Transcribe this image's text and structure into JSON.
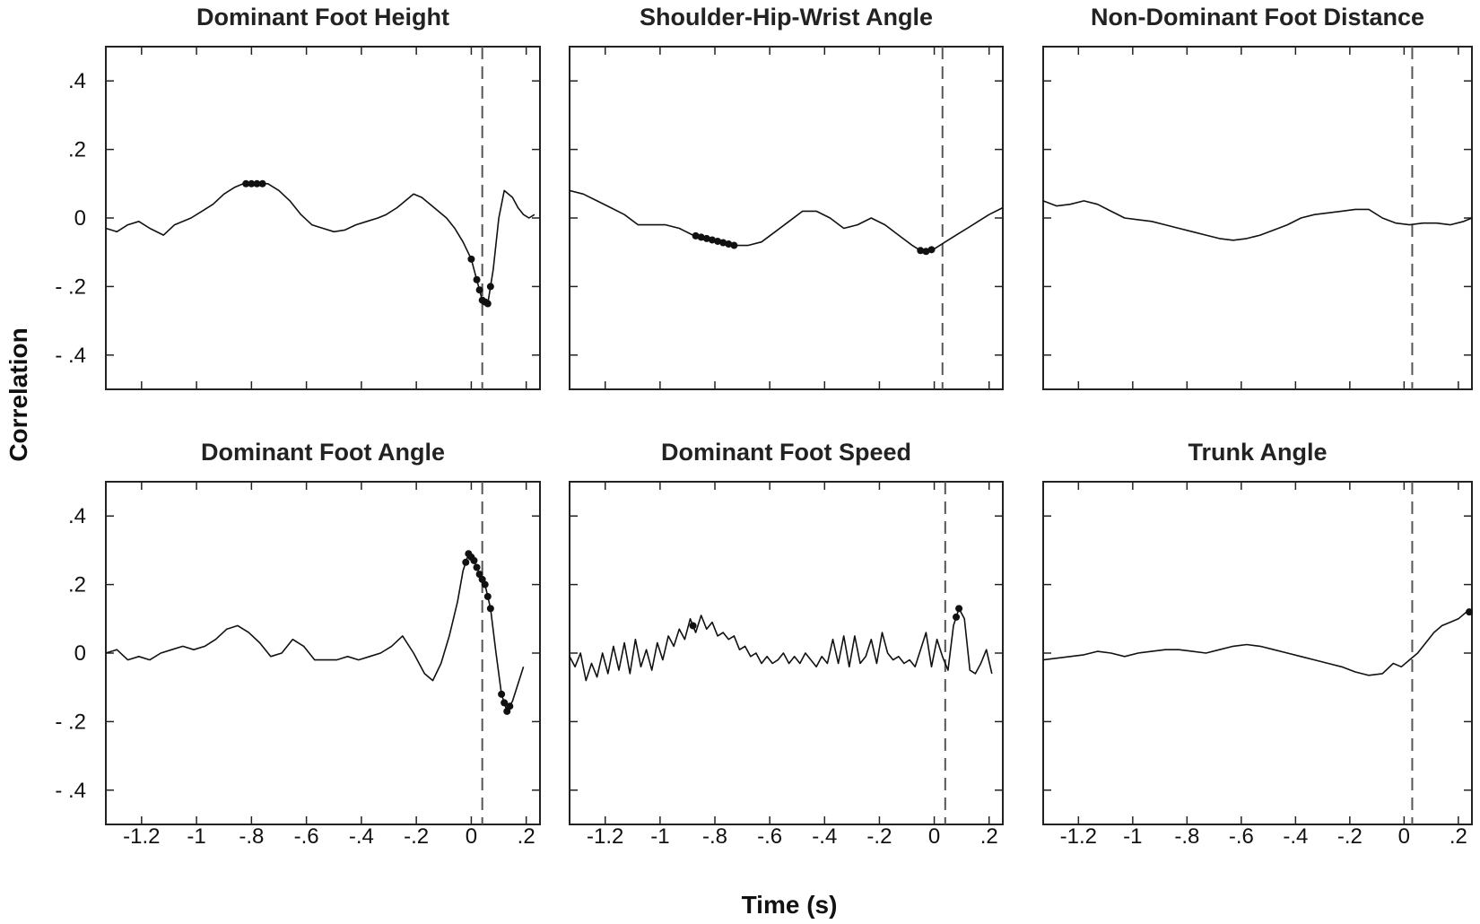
{
  "ylabel": "Correlation",
  "xlabel": "Time (s)",
  "chart_data": [
    {
      "type": "line",
      "title": "Dominant Foot Height",
      "xlim": [
        -1.33,
        0.25
      ],
      "ylim": [
        -0.5,
        0.5
      ],
      "xticks": [
        -1.2,
        -1,
        -0.8,
        -0.6,
        -0.4,
        -0.2,
        0,
        0.2
      ],
      "xtick_labels": [
        "-1.2",
        "-1",
        "-.8",
        "-.6",
        "-.4",
        "-.2",
        "0",
        ".2"
      ],
      "yticks": [
        0.4,
        0.2,
        0,
        -0.2,
        -0.4
      ],
      "ytick_labels": [
        ".4",
        ".2",
        "0",
        "- .2",
        "- .4"
      ],
      "event_x": 0.04,
      "x": [
        -1.33,
        -1.29,
        -1.25,
        -1.21,
        -1.17,
        -1.12,
        -1.08,
        -1.02,
        -0.98,
        -0.94,
        -0.9,
        -0.86,
        -0.83,
        -0.8,
        -0.77,
        -0.74,
        -0.7,
        -0.66,
        -0.62,
        -0.58,
        -0.54,
        -0.5,
        -0.46,
        -0.42,
        -0.38,
        -0.34,
        -0.31,
        -0.27,
        -0.24,
        -0.21,
        -0.18,
        -0.15,
        -0.12,
        -0.09,
        -0.06,
        -0.03,
        0.0,
        0.02,
        0.04,
        0.06,
        0.08,
        0.1,
        0.12,
        0.15,
        0.17,
        0.19,
        0.21,
        0.23
      ],
      "y": [
        -0.03,
        -0.04,
        -0.02,
        -0.01,
        -0.03,
        -0.05,
        -0.02,
        0.0,
        0.02,
        0.04,
        0.07,
        0.09,
        0.1,
        0.1,
        0.1,
        0.1,
        0.08,
        0.05,
        0.01,
        -0.02,
        -0.03,
        -0.04,
        -0.035,
        -0.02,
        -0.01,
        0.0,
        0.01,
        0.03,
        0.05,
        0.07,
        0.06,
        0.04,
        0.02,
        0.0,
        -0.03,
        -0.07,
        -0.12,
        -0.18,
        -0.24,
        -0.25,
        -0.15,
        0.0,
        0.08,
        0.06,
        0.03,
        0.01,
        0.0,
        0.01
      ],
      "significant_x": [
        -0.82,
        -0.8,
        -0.78,
        -0.76,
        0.0,
        0.02,
        0.03,
        0.04,
        0.05,
        0.06,
        0.07
      ]
    },
    {
      "type": "line",
      "title": "Shoulder-Hip-Wrist Angle",
      "xlim": [
        -1.33,
        0.25
      ],
      "ylim": [
        -0.5,
        0.5
      ],
      "xticks": [
        -1.2,
        -1,
        -0.8,
        -0.6,
        -0.4,
        -0.2,
        0,
        0.2
      ],
      "xtick_labels": [
        "-1.2",
        "-1",
        "-.8",
        "-.6",
        "-.4",
        "-.2",
        "0",
        ".2"
      ],
      "yticks": [
        0.4,
        0.2,
        0,
        -0.2,
        -0.4
      ],
      "ytick_labels": [
        ".4",
        ".2",
        "0",
        "- .2",
        "- .4"
      ],
      "event_x": 0.03,
      "x": [
        -1.33,
        -1.28,
        -1.23,
        -1.18,
        -1.13,
        -1.08,
        -1.03,
        -0.98,
        -0.93,
        -0.88,
        -0.83,
        -0.78,
        -0.73,
        -0.68,
        -0.63,
        -0.58,
        -0.53,
        -0.48,
        -0.43,
        -0.38,
        -0.33,
        -0.28,
        -0.23,
        -0.18,
        -0.13,
        -0.08,
        -0.04,
        0.0,
        0.04,
        0.08,
        0.12,
        0.16,
        0.2,
        0.25
      ],
      "y": [
        0.08,
        0.07,
        0.05,
        0.03,
        0.01,
        -0.02,
        -0.02,
        -0.02,
        -0.03,
        -0.05,
        -0.06,
        -0.07,
        -0.08,
        -0.08,
        -0.07,
        -0.04,
        -0.01,
        0.02,
        0.02,
        0.0,
        -0.03,
        -0.02,
        0.0,
        -0.02,
        -0.05,
        -0.08,
        -0.1,
        -0.09,
        -0.07,
        -0.05,
        -0.03,
        -0.01,
        0.01,
        0.03
      ],
      "significant_x": [
        -0.87,
        -0.85,
        -0.83,
        -0.81,
        -0.79,
        -0.77,
        -0.75,
        -0.73,
        -0.05,
        -0.03,
        -0.01
      ]
    },
    {
      "type": "line",
      "title": "Non-Dominant Foot Distance",
      "xlim": [
        -1.33,
        0.25
      ],
      "ylim": [
        -0.5,
        0.5
      ],
      "xticks": [
        -1.2,
        -1,
        -0.8,
        -0.6,
        -0.4,
        -0.2,
        0,
        0.2
      ],
      "xtick_labels": [
        "-1.2",
        "-1",
        "-.8",
        "-.6",
        "-.4",
        "-.2",
        "0",
        ".2"
      ],
      "yticks": [
        0.4,
        0.2,
        0,
        -0.2,
        -0.4
      ],
      "ytick_labels": [
        ".4",
        ".2",
        "0",
        "- .2",
        "- .4"
      ],
      "event_x": 0.03,
      "x": [
        -1.33,
        -1.28,
        -1.23,
        -1.18,
        -1.13,
        -1.08,
        -1.03,
        -0.98,
        -0.93,
        -0.88,
        -0.83,
        -0.78,
        -0.73,
        -0.68,
        -0.63,
        -0.58,
        -0.53,
        -0.48,
        -0.43,
        -0.38,
        -0.33,
        -0.28,
        -0.23,
        -0.18,
        -0.13,
        -0.08,
        -0.03,
        0.02,
        0.07,
        0.12,
        0.17,
        0.22,
        0.25
      ],
      "y": [
        0.05,
        0.035,
        0.04,
        0.05,
        0.04,
        0.02,
        0.0,
        -0.005,
        -0.01,
        -0.02,
        -0.03,
        -0.04,
        -0.05,
        -0.06,
        -0.065,
        -0.06,
        -0.05,
        -0.035,
        -0.02,
        0.0,
        0.01,
        0.015,
        0.02,
        0.025,
        0.025,
        0.0,
        -0.015,
        -0.02,
        -0.015,
        -0.015,
        -0.02,
        -0.01,
        0.0
      ],
      "significant_x": []
    },
    {
      "type": "line",
      "title": "Dominant Foot Angle",
      "xlim": [
        -1.33,
        0.25
      ],
      "ylim": [
        -0.5,
        0.5
      ],
      "xticks": [
        -1.2,
        -1,
        -0.8,
        -0.6,
        -0.4,
        -0.2,
        0,
        0.2
      ],
      "xtick_labels": [
        "-1.2",
        "-1",
        "-.8",
        "-.6",
        "-.4",
        "-.2",
        "0",
        ".2"
      ],
      "yticks": [
        0.4,
        0.2,
        0,
        -0.2,
        -0.4
      ],
      "ytick_labels": [
        ".4",
        ".2",
        "0",
        "- .2",
        "- .4"
      ],
      "event_x": 0.04,
      "x": [
        -1.33,
        -1.29,
        -1.25,
        -1.21,
        -1.17,
        -1.13,
        -1.09,
        -1.05,
        -1.01,
        -0.97,
        -0.93,
        -0.89,
        -0.85,
        -0.81,
        -0.77,
        -0.73,
        -0.69,
        -0.65,
        -0.61,
        -0.57,
        -0.53,
        -0.49,
        -0.45,
        -0.41,
        -0.37,
        -0.33,
        -0.29,
        -0.25,
        -0.21,
        -0.17,
        -0.14,
        -0.11,
        -0.08,
        -0.05,
        -0.03,
        -0.01,
        0.01,
        0.03,
        0.05,
        0.07,
        0.09,
        0.11,
        0.13,
        0.15,
        0.17,
        0.19
      ],
      "y": [
        0.0,
        0.01,
        -0.02,
        -0.01,
        -0.02,
        0.0,
        0.01,
        0.02,
        0.01,
        0.02,
        0.04,
        0.07,
        0.08,
        0.06,
        0.03,
        -0.01,
        0.0,
        0.04,
        0.02,
        -0.02,
        -0.02,
        -0.02,
        -0.01,
        -0.02,
        -0.01,
        0.0,
        0.02,
        0.05,
        0.0,
        -0.06,
        -0.08,
        -0.03,
        0.05,
        0.15,
        0.24,
        0.29,
        0.27,
        0.23,
        0.2,
        0.13,
        0.0,
        -0.12,
        -0.17,
        -0.14,
        -0.09,
        -0.04
      ],
      "significant_x": [
        -0.02,
        -0.01,
        0.0,
        0.01,
        0.02,
        0.03,
        0.04,
        0.05,
        0.06,
        0.07,
        0.11,
        0.12,
        0.13,
        0.14
      ]
    },
    {
      "type": "line",
      "title": "Dominant Foot Speed",
      "xlim": [
        -1.33,
        0.25
      ],
      "ylim": [
        -0.5,
        0.5
      ],
      "xticks": [
        -1.2,
        -1,
        -0.8,
        -0.6,
        -0.4,
        -0.2,
        0,
        0.2
      ],
      "xtick_labels": [
        "-1.2",
        "-1",
        "-.8",
        "-.6",
        "-.4",
        "-.2",
        "0",
        ".2"
      ],
      "yticks": [
        0.4,
        0.2,
        0,
        -0.2,
        -0.4
      ],
      "ytick_labels": [
        ".4",
        ".2",
        "0",
        "- .2",
        "- .4"
      ],
      "event_x": 0.04,
      "x": [
        -1.33,
        -1.31,
        -1.29,
        -1.27,
        -1.25,
        -1.23,
        -1.21,
        -1.19,
        -1.17,
        -1.15,
        -1.13,
        -1.11,
        -1.09,
        -1.07,
        -1.05,
        -1.03,
        -1.01,
        -0.99,
        -0.97,
        -0.95,
        -0.93,
        -0.91,
        -0.89,
        -0.87,
        -0.85,
        -0.83,
        -0.81,
        -0.79,
        -0.77,
        -0.75,
        -0.73,
        -0.71,
        -0.69,
        -0.67,
        -0.65,
        -0.63,
        -0.61,
        -0.59,
        -0.57,
        -0.55,
        -0.53,
        -0.51,
        -0.49,
        -0.47,
        -0.45,
        -0.43,
        -0.41,
        -0.39,
        -0.37,
        -0.35,
        -0.33,
        -0.31,
        -0.29,
        -0.27,
        -0.25,
        -0.23,
        -0.21,
        -0.19,
        -0.17,
        -0.15,
        -0.13,
        -0.11,
        -0.09,
        -0.07,
        -0.05,
        -0.03,
        -0.01,
        0.01,
        0.03,
        0.05,
        0.07,
        0.09,
        0.11,
        0.13,
        0.15,
        0.17,
        0.19,
        0.21
      ],
      "y": [
        -0.01,
        -0.04,
        0.0,
        -0.08,
        -0.03,
        -0.07,
        0.0,
        -0.06,
        0.02,
        -0.05,
        0.03,
        -0.06,
        0.04,
        -0.04,
        0.01,
        -0.05,
        0.03,
        -0.02,
        0.05,
        0.02,
        0.07,
        0.04,
        0.1,
        0.06,
        0.11,
        0.07,
        0.09,
        0.05,
        0.06,
        0.04,
        0.05,
        0.01,
        0.02,
        -0.01,
        0.0,
        -0.03,
        -0.01,
        -0.03,
        -0.02,
        0.0,
        -0.03,
        -0.01,
        -0.03,
        0.0,
        -0.02,
        -0.04,
        -0.01,
        -0.03,
        0.04,
        -0.03,
        0.05,
        -0.04,
        0.05,
        -0.03,
        -0.01,
        0.04,
        -0.03,
        0.06,
        0.0,
        -0.02,
        -0.01,
        -0.03,
        -0.02,
        -0.04,
        0.01,
        0.06,
        -0.04,
        0.04,
        -0.01,
        -0.05,
        0.08,
        0.13,
        0.1,
        -0.05,
        -0.06,
        -0.03,
        0.01,
        -0.06
      ],
      "significant_x": [
        -0.88,
        0.08,
        0.09
      ]
    },
    {
      "type": "line",
      "title": "Trunk Angle",
      "xlim": [
        -1.33,
        0.25
      ],
      "ylim": [
        -0.5,
        0.5
      ],
      "xticks": [
        -1.2,
        -1,
        -0.8,
        -0.6,
        -0.4,
        -0.2,
        0,
        0.2
      ],
      "xtick_labels": [
        "-1.2",
        "-1",
        "-.8",
        "-.6",
        "-.4",
        "-.2",
        "0",
        ".2"
      ],
      "yticks": [
        0.4,
        0.2,
        0,
        -0.2,
        -0.4
      ],
      "ytick_labels": [
        ".4",
        ".2",
        "0",
        "- .2",
        "- .4"
      ],
      "event_x": 0.03,
      "x": [
        -1.33,
        -1.28,
        -1.23,
        -1.18,
        -1.13,
        -1.08,
        -1.03,
        -0.98,
        -0.93,
        -0.88,
        -0.83,
        -0.78,
        -0.73,
        -0.68,
        -0.63,
        -0.58,
        -0.53,
        -0.48,
        -0.43,
        -0.38,
        -0.33,
        -0.28,
        -0.23,
        -0.18,
        -0.13,
        -0.08,
        -0.04,
        -0.01,
        0.02,
        0.05,
        0.08,
        0.11,
        0.14,
        0.17,
        0.2,
        0.23,
        0.25
      ],
      "y": [
        -0.02,
        -0.015,
        -0.01,
        -0.005,
        0.005,
        0.0,
        -0.01,
        0.0,
        0.005,
        0.01,
        0.01,
        0.005,
        0.0,
        0.01,
        0.02,
        0.025,
        0.02,
        0.01,
        0.0,
        -0.01,
        -0.02,
        -0.03,
        -0.04,
        -0.055,
        -0.065,
        -0.06,
        -0.03,
        -0.04,
        -0.02,
        0.0,
        0.03,
        0.06,
        0.08,
        0.09,
        0.1,
        0.12,
        0.12
      ],
      "significant_x": [
        0.24
      ]
    }
  ]
}
